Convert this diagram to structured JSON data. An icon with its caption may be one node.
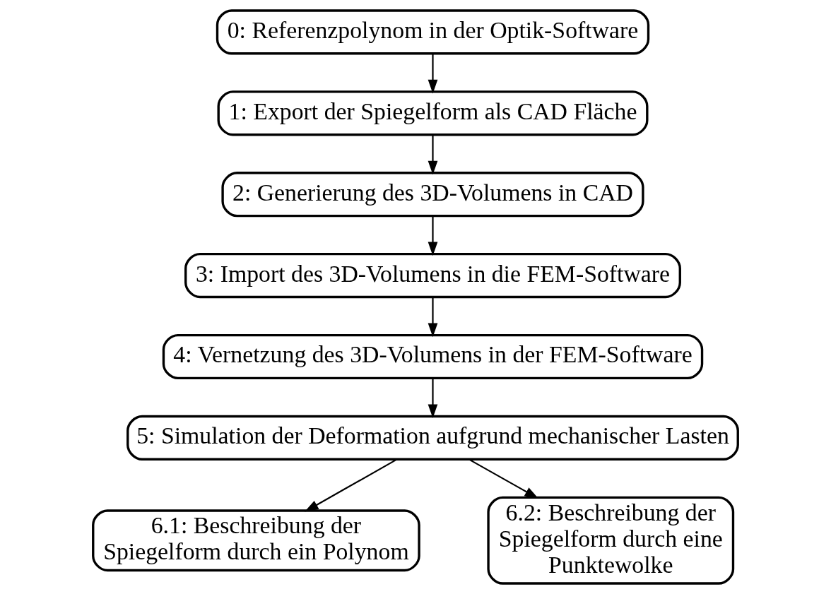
{
  "diagram": {
    "nodes": [
      {
        "text": [
          "0: Referenzpolynom in der Optik-Software"
        ]
      },
      {
        "text": [
          "1: Export der Spiegelform als CAD Fläche"
        ]
      },
      {
        "text": [
          "2: Generierung des 3D-Volumens in CAD"
        ]
      },
      {
        "text": [
          "3: Import des 3D-Volumens in die FEM-Software"
        ]
      },
      {
        "text": [
          "4: Vernetzung des 3D-Volumens in der FEM-Software"
        ]
      },
      {
        "text": [
          "5: Simulation der Deformation aufgrund mechanischer Lasten"
        ]
      },
      {
        "text": [
          "6.1: Beschreibung der Spiegelform durch ein Polynom"
        ]
      },
      {
        "text": [
          "6.2: Beschreibung der Spiegelform durch eine Punktewolke"
        ]
      }
    ],
    "edges": [
      {
        "from": 0,
        "to": 1,
        "arrow": "to"
      },
      {
        "from": 1,
        "to": 2,
        "arrow": "to"
      },
      {
        "from": 2,
        "to": 3,
        "arrow": "to"
      },
      {
        "from": 3,
        "to": 4,
        "arrow": "to"
      },
      {
        "from": 4,
        "to": 5,
        "arrow": "to"
      },
      {
        "from": 5,
        "to": 6,
        "arrow": "to"
      },
      {
        "from": 5,
        "to": 7,
        "arrow": "to"
      }
    ]
  }
}
